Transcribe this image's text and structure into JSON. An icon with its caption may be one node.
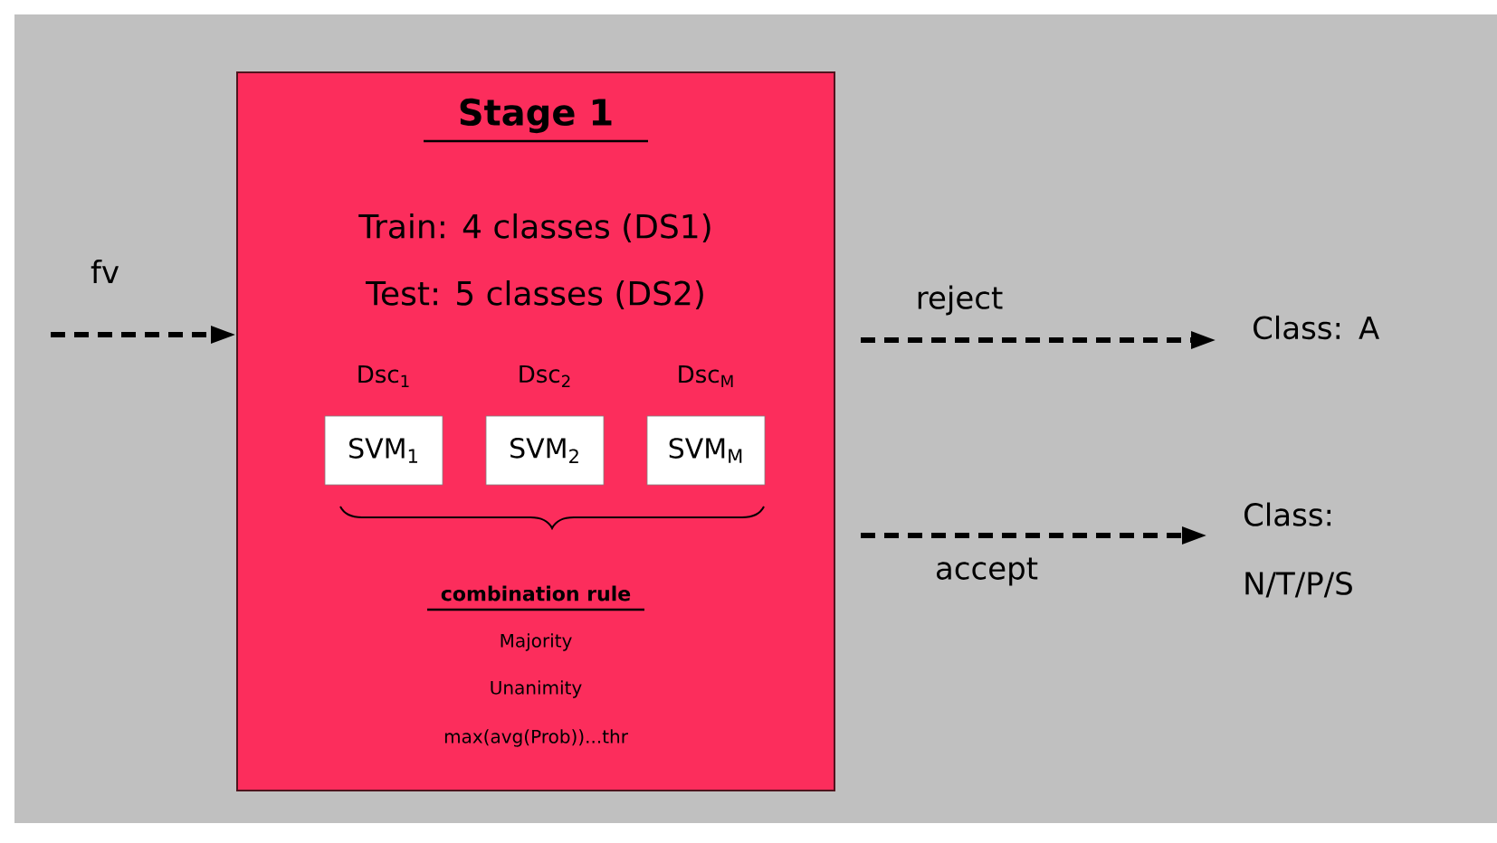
{
  "diagram": {
    "nodes": [
      {
        "text": [
          "Stage 1",
          "Train: 4 classes (DS1)",
          "Test: 5 classes (DS2)",
          "combination rule",
          "Majority",
          "Unanimity",
          "max(avg(Prob))...thr"
        ]
      },
      {
        "text": [
          "SVM$_{1}$"
        ],
        "in": 0,
        "beside": [
          "Dsc$_{1}$"
        ]
      },
      {
        "text": [
          "SVM$_{2}$"
        ],
        "in": 0,
        "beside": [
          "Dsc$_{2}$"
        ]
      },
      {
        "text": [
          "SVM$_{M}$"
        ],
        "in": 0,
        "beside": [
          "Dsc$_{M}$"
        ]
      },
      {
        "text": [
          "Class: A"
        ]
      },
      {
        "text": [
          "Class: N/T/P/S"
        ]
      }
    ],
    "edges": [
      {
        "from": null,
        "to": 0,
        "arrow": "to",
        "label": "fv",
        "style": "dashed"
      },
      {
        "from": 0,
        "to": 4,
        "arrow": "to",
        "label": "reject",
        "style": "dashed"
      },
      {
        "from": 0,
        "to": 5,
        "arrow": "to",
        "label": "accept",
        "style": "dashed"
      }
    ]
  }
}
